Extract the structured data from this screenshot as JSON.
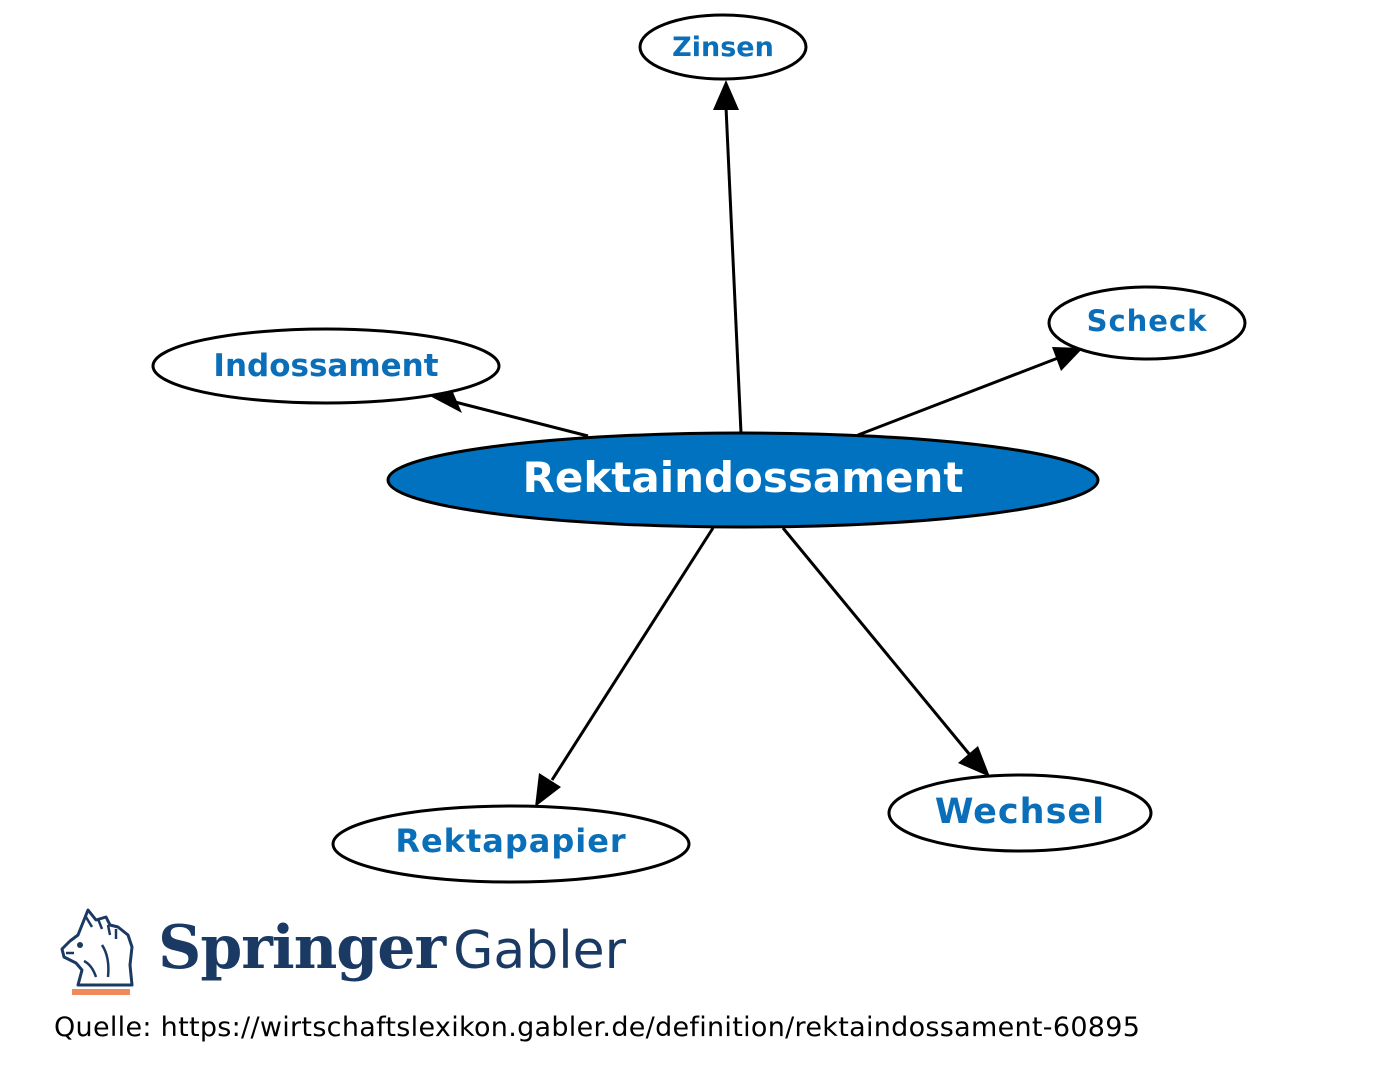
{
  "colors": {
    "center_fill": "#0072c0",
    "center_text": "#ffffff",
    "node_text": "#0a6fb8",
    "edge": "#000000",
    "brand_blue": "#1b3a63",
    "brand_orange": "#f08a5d"
  },
  "diagram": {
    "center": {
      "label": "Rektaindossament"
    },
    "nodes": [
      {
        "id": "zinsen",
        "label": "Zinsen"
      },
      {
        "id": "scheck",
        "label": "Scheck"
      },
      {
        "id": "indossament",
        "label": "Indossament"
      },
      {
        "id": "rektapapier",
        "label": "Rektapapier"
      },
      {
        "id": "wechsel",
        "label": "Wechsel"
      }
    ],
    "edges": [
      {
        "from": "center",
        "to": "zinsen"
      },
      {
        "from": "center",
        "to": "scheck"
      },
      {
        "from": "center",
        "to": "indossament"
      },
      {
        "from": "center",
        "to": "rektapapier"
      },
      {
        "from": "center",
        "to": "wechsel"
      }
    ]
  },
  "brand": {
    "name_bold": "Springer",
    "name_light": "Gabler",
    "logo_icon": "knight-chess-horse-icon"
  },
  "footer": {
    "source_text": "Quelle: https://wirtschaftslexikon.gabler.de/definition/rektaindossament-60895"
  }
}
